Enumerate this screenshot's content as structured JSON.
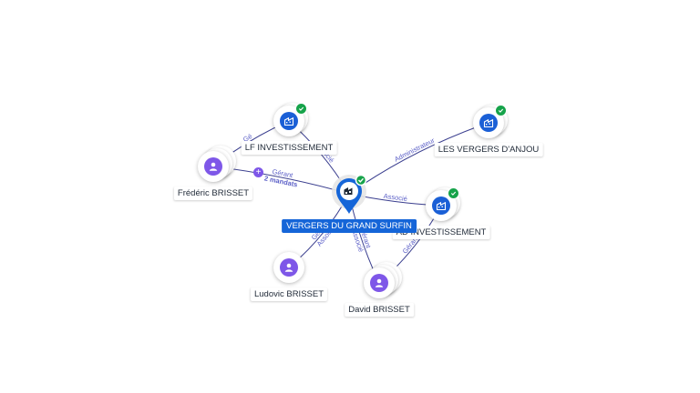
{
  "center": {
    "label": "VERGERS DU GRAND SURFIN",
    "icon": "company-icon"
  },
  "nodes": [
    {
      "id": "lf",
      "label": "LF INVESTISSEMENT",
      "type": "company",
      "verified": true
    },
    {
      "id": "lva",
      "label": "LES VERGERS D'ANJOU",
      "type": "company",
      "verified": true
    },
    {
      "id": "ad",
      "label": "AD INVESTISSEMENT",
      "type": "company",
      "verified": true
    },
    {
      "id": "fred",
      "label": "Frédéric BRISSET",
      "type": "person"
    },
    {
      "id": "ludo",
      "label": "Ludovic BRISSET",
      "type": "person"
    },
    {
      "id": "david",
      "label": "David BRISSET",
      "type": "person"
    }
  ],
  "edges": [
    {
      "from": "center",
      "to": "lf",
      "label": "Associé"
    },
    {
      "from": "center",
      "to": "lva",
      "label": "Administrateur"
    },
    {
      "from": "center",
      "to": "ad",
      "label": "Associé"
    },
    {
      "from": "center",
      "to": "fred",
      "label": "Gérant",
      "sublabel": "2 mandats"
    },
    {
      "from": "fred",
      "to": "lf",
      "label": "Gé"
    },
    {
      "from": "center",
      "to": "ludo",
      "label": "Gérant",
      "sublabel": "Associé"
    },
    {
      "from": "center",
      "to": "david",
      "label": "Gérant",
      "sublabel": "Associé"
    },
    {
      "from": "david",
      "to": "ad",
      "label": "Gérant"
    }
  ],
  "colors": {
    "edge": "#3b3f8f",
    "edge_label": "#5b5fc7",
    "company": "#1a5fd6",
    "person": "#7e57e8",
    "verified": "#16a34a",
    "center_label_bg": "#1565d8"
  }
}
